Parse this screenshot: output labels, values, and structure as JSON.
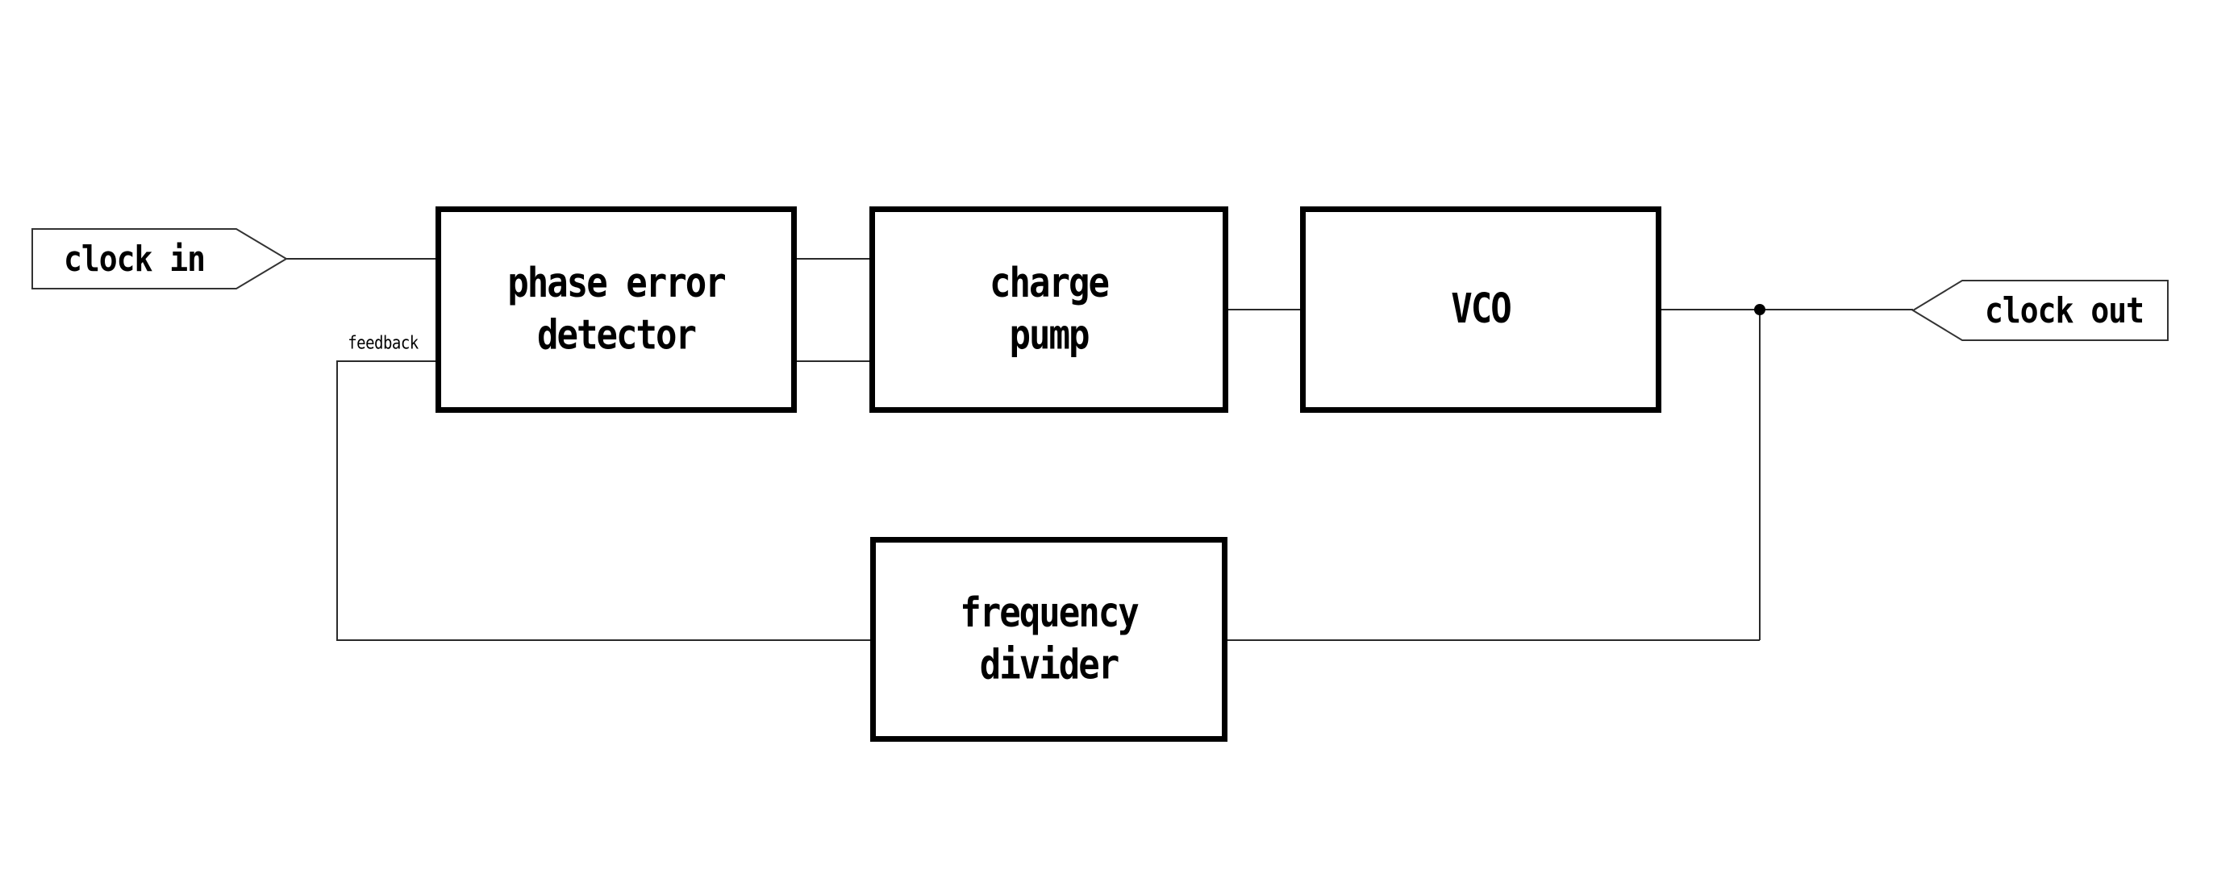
{
  "diagram": {
    "blocks": {
      "phase_error_detector": {
        "label": "phase error\ndetector"
      },
      "charge_pump": {
        "label": "charge\npump"
      },
      "vco": {
        "label": "VCO"
      },
      "frequency_divider": {
        "label": "frequency\ndivider"
      }
    },
    "io": {
      "clock_in": {
        "label": "clock in"
      },
      "clock_out": {
        "label": "clock out"
      }
    },
    "annotations": {
      "feedback": "feedback"
    },
    "colors": {
      "box_border": "#000000",
      "wire": "#2a2a2a",
      "text": "#000000",
      "background": "#ffffff"
    }
  }
}
